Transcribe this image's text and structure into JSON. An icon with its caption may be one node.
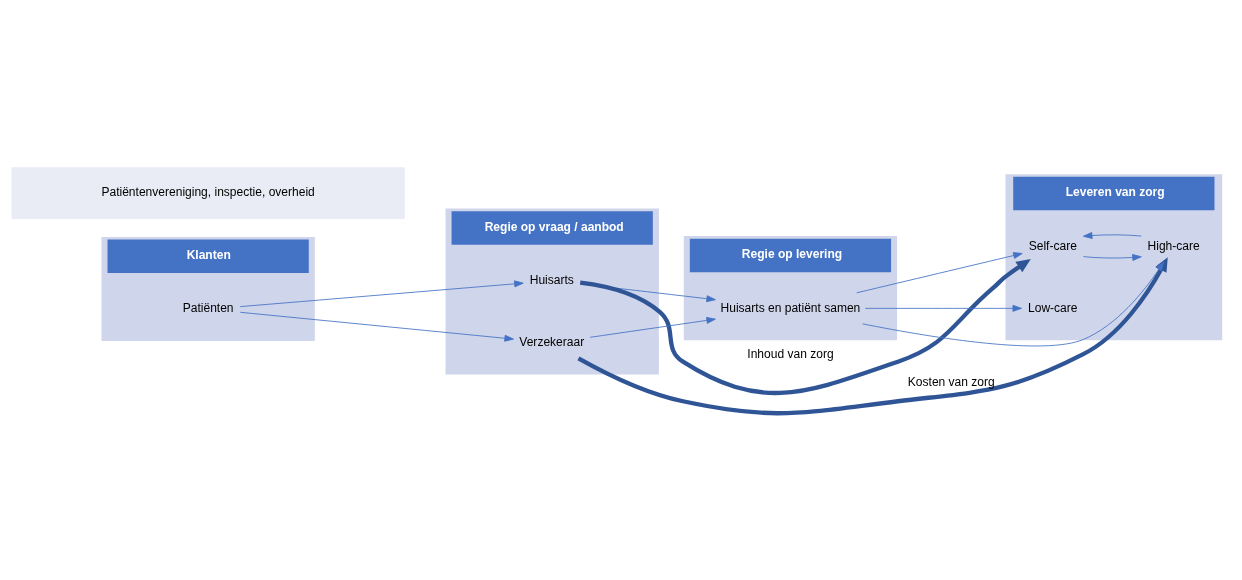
{
  "diagram": {
    "nodes": [
      {
        "text": [
          "Klanten"
        ]
      },
      {
        "text": [
          "Regie op vraag / aanbod"
        ]
      },
      {
        "text": [
          "Regie op levering"
        ]
      },
      {
        "text": [
          "Leveren van zorg"
        ]
      },
      {
        "text": [
          "Patiënten"
        ],
        "in": 0
      },
      {
        "text": [
          "Huisarts"
        ],
        "in": 1
      },
      {
        "text": [
          "Verzekeraar"
        ],
        "in": 1
      },
      {
        "text": [
          "Huisarts en patiënt samen"
        ],
        "in": 2
      },
      {
        "text": [
          "Self-care"
        ],
        "in": 3
      },
      {
        "text": [
          "Low-care"
        ],
        "in": 3
      },
      {
        "text": [
          "High-care"
        ],
        "in": 3
      },
      {
        "text": [
          "Patiëntenvereniging, inspectie, overheid"
        ]
      }
    ],
    "edges": [
      {
        "from": 4,
        "to": 5,
        "arrow": "to"
      },
      {
        "from": 4,
        "to": 6,
        "arrow": "to"
      },
      {
        "from": 5,
        "to": 7,
        "arrow": "to"
      },
      {
        "from": 6,
        "to": 7,
        "arrow": "to"
      },
      {
        "from": 7,
        "to": 8,
        "arrow": "to"
      },
      {
        "from": 7,
        "to": 9,
        "arrow": "to"
      },
      {
        "from": 7,
        "to": 10,
        "arrow": "to"
      },
      {
        "from": 5,
        "to": 8,
        "arrow": "to",
        "label": "Inhoud van zorg",
        "style": "thick",
        "color": "#2f5597"
      },
      {
        "from": 6,
        "to": 10,
        "arrow": "to",
        "label": "Kosten van zorg",
        "style": "thick",
        "color": "#2f5597"
      },
      {
        "from": 8,
        "to": 10,
        "arrow": "to"
      },
      {
        "from": 10,
        "to": 8,
        "arrow": "to"
      }
    ]
  }
}
